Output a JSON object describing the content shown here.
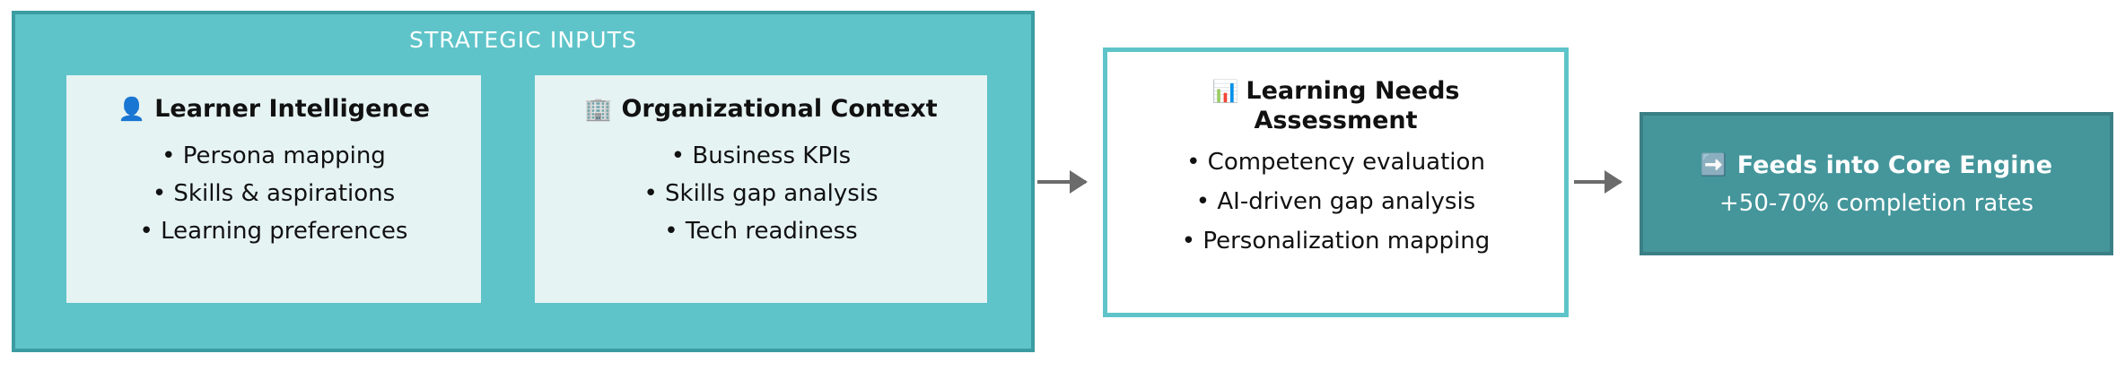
{
  "diagram": {
    "title": "Strategic Inputs to Learning Needs Assessment flow",
    "colors": {
      "panel_fill": "#5ec4c9",
      "panel_border": "#3b9ca2",
      "card_fill": "#e6f3f3",
      "assessment_border": "#5ec4c9",
      "outcome_fill": "#44969b",
      "outcome_border": "#3a7f85",
      "arrow": "#6b6b6b",
      "text_dark": "#111111",
      "text_light": "#ffffff"
    }
  },
  "group": {
    "title": "STRATEGIC INPUTS",
    "cards": [
      {
        "icon": "bust-in-silhouette-icon",
        "icon_glyph": "👤",
        "heading": "Learner Intelligence",
        "bullets": [
          "• Persona mapping",
          "• Skills & aspirations",
          "• Learning preferences"
        ]
      },
      {
        "icon": "office-building-icon",
        "icon_glyph": "🏢",
        "heading": "Organizational Context",
        "bullets": [
          "• Business KPIs",
          "• Skills gap analysis",
          "• Tech readiness"
        ]
      }
    ]
  },
  "assessment": {
    "icon": "bar-chart-icon",
    "icon_glyph": "📊",
    "title": "Learning Needs Assessment",
    "bullets": [
      "• Competency evaluation",
      "• AI-driven gap analysis",
      "• Personalization mapping"
    ]
  },
  "outcome": {
    "icon": "right-arrow-icon",
    "icon_glyph": "➡️",
    "title": "Feeds into Core Engine",
    "subtitle": "+50-70% completion rates"
  },
  "connectors": [
    {
      "name": "arrow-inputs-to-assessment",
      "direction": "right"
    },
    {
      "name": "arrow-assessment-to-outcome",
      "direction": "right"
    }
  ]
}
